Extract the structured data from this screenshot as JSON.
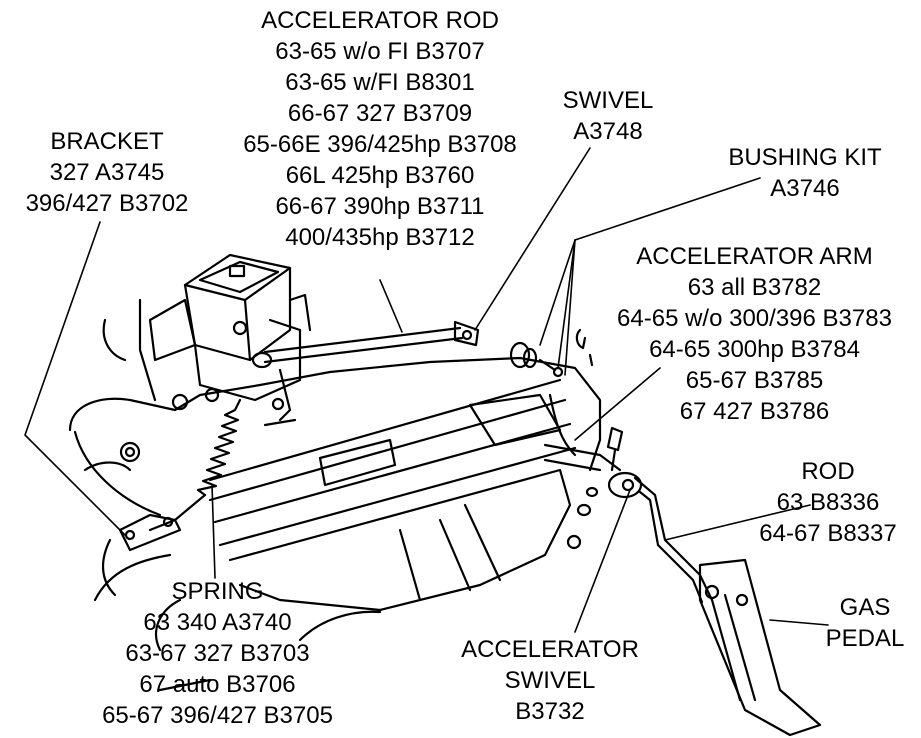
{
  "labels": {
    "accelerator_rod": {
      "title": "ACCELERATOR ROD",
      "lines": [
        "63-65 w/o FI  B3707",
        "63-65 w/FI  B8301",
        "66-67 327  B3709",
        "65-66E 396/425hp  B3708",
        "66L 425hp  B3760",
        "66-67 390hp  B3711",
        "400/435hp  B3712"
      ]
    },
    "bracket": {
      "title": "BRACKET",
      "lines": [
        "327  A3745",
        "396/427  B3702"
      ]
    },
    "swivel": {
      "title": "SWIVEL",
      "lines": [
        "A3748"
      ]
    },
    "bushing_kit": {
      "title": "BUSHING KIT",
      "lines": [
        "A3746"
      ]
    },
    "accelerator_arm": {
      "title": "ACCELERATOR ARM",
      "lines": [
        "63 all  B3782",
        "64-65 w/o 300/396  B3783",
        "64-65 300hp  B3784",
        "65-67  B3785",
        "67 427  B3786"
      ]
    },
    "rod": {
      "title": "ROD",
      "lines": [
        "63  B8336",
        "64-67  B8337"
      ]
    },
    "gas_pedal": {
      "lines": [
        "GAS",
        "PEDAL"
      ]
    },
    "spring": {
      "title": "SPRING",
      "lines": [
        "63 340  A3740",
        "63-67 327  B3703",
        "67 auto  B3706",
        "65-67 396/427 B3705"
      ]
    },
    "accelerator_swivel": {
      "lines": [
        "ACCELERATOR",
        "SWIVEL",
        "B3732"
      ]
    }
  }
}
